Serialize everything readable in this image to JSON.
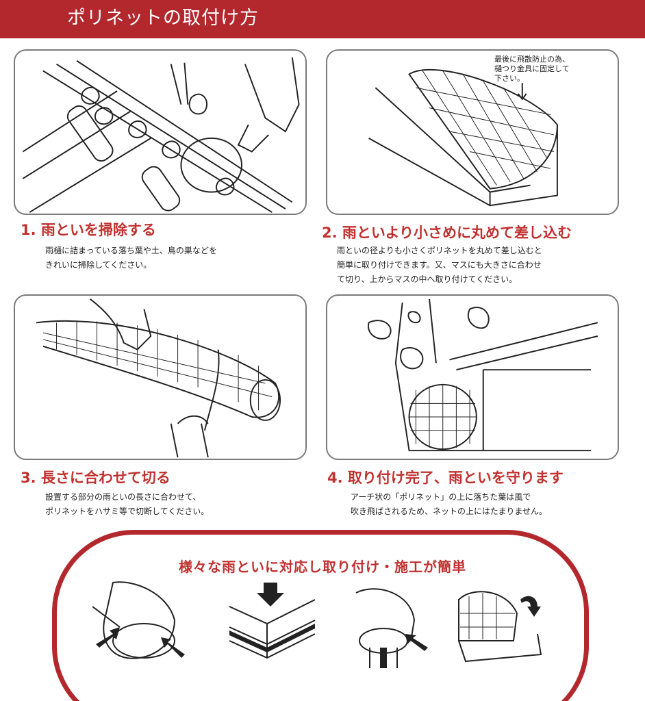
{
  "header": {
    "title": "ポリネットの取付け方"
  },
  "steps": [
    {
      "heading": "1. 雨といを掃除する",
      "description": [
        "雨樋に詰まっている落ち葉や土、鳥の巣などを",
        "きれいに掃除してください。"
      ],
      "icon": "gutter-cleaning-illustration"
    },
    {
      "heading": "2. 雨といより小さめに丸めて差し込む",
      "description": [
        "雨といの径よりも小さくポリネットを丸めて差し込むと",
        "簡単に取り付けできます。又、マスにも大きさに合わせ",
        "て切り、上からマスの中へ取り付けてください。"
      ],
      "callout": [
        "最後に飛散防止の為、",
        "樋つり金具に固定して",
        "下さい。"
      ],
      "icon": "net-insertion-illustration"
    },
    {
      "heading": "3. 長さに合わせて切る",
      "description": [
        "設置する部分の雨といの長さに合わせて、",
        "ポリネットをハサミ等で切断してください。"
      ],
      "icon": "net-cutting-illustration"
    },
    {
      "heading": "4. 取り付け完了、雨といを守ります",
      "description": [
        "アーチ状の「ポリネット」の上に落ちた葉は風で",
        "吹き飛ばされるため、ネットの上にはたまりません。"
      ],
      "icon": "installed-net-illustration"
    }
  ],
  "feature": {
    "title": "様々な雨といに対応し取り付け・施工が簡単",
    "variants": [
      "round-gutter-icon",
      "square-gutter-icon",
      "downpipe-gutter-icon",
      "box-gutter-icon"
    ]
  },
  "colors": {
    "brand_red": "#b3282d",
    "heading_red": "#c0312f",
    "line": "#222222"
  }
}
